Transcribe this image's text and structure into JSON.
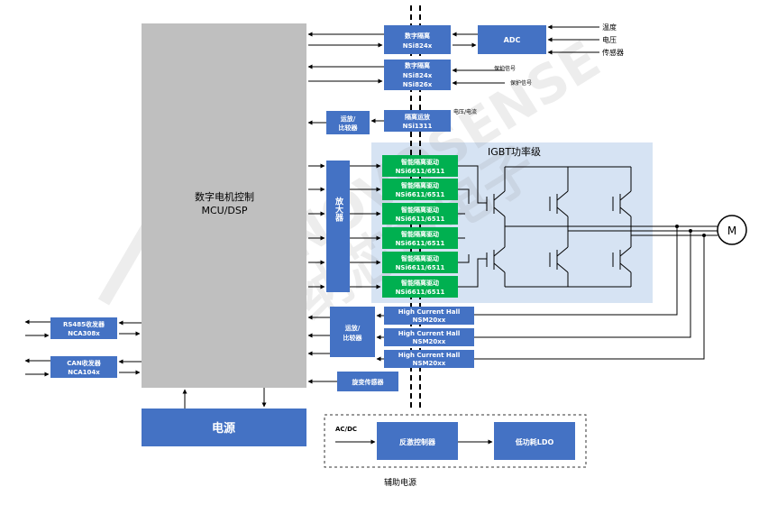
{
  "mcu": {
    "line1": "数字电机控制",
    "line2": "MCU/DSP"
  },
  "iso1": {
    "line1": "数字隔离",
    "line2": "NSi824x"
  },
  "adc": {
    "label": "ADC"
  },
  "sensors": {
    "temp": "温度",
    "volt": "电压",
    "sensor": "传感器"
  },
  "iso2": {
    "line1": "数字隔离",
    "line2": "NSi824x",
    "line3": "NSi826x"
  },
  "protect": {
    "a": "保护信号",
    "b": "保护信号"
  },
  "iso_amp": {
    "line1": "隔离运放",
    "line2": "NSi1311"
  },
  "volt_current": "电压/电流",
  "opamp1": {
    "line1": "运放/",
    "line2": "比较器"
  },
  "igbt_title": "IGBT功率级",
  "drivers": [
    {
      "line1": "智能隔离驱动",
      "line2": "NSi6611/6511"
    },
    {
      "line1": "智能隔离驱动",
      "line2": "NSi6611/6511"
    },
    {
      "line1": "智能隔离驱动",
      "line2": "NSi6611/6511"
    },
    {
      "line1": "智能隔离驱动",
      "line2": "NSi6611/6511"
    },
    {
      "line1": "智能隔离驱动",
      "line2": "NSi6611/6511"
    },
    {
      "line1": "智能隔离驱动",
      "line2": "NSi6611/6511"
    }
  ],
  "amplifier": "放大器",
  "motor": "M",
  "opamp2": {
    "line1": "运放/",
    "line2": "比较器"
  },
  "hall": [
    {
      "line1": "High Current Hall",
      "line2": "NSM20xx"
    },
    {
      "line1": "High Current Hall",
      "line2": "NSM20xx"
    },
    {
      "line1": "High Current Hall",
      "line2": "NSM20xx"
    }
  ],
  "resolver": "旋变传感器",
  "rs485": {
    "line1": "RS485收发器",
    "line2": "NCA308x"
  },
  "can": {
    "line1": "CAN收发器",
    "line2": "NCA104x"
  },
  "power": "电源",
  "acdc": "AC/DC",
  "flyback": "反激控制器",
  "ldo": "低功耗LDO",
  "aux_power": "辅助电源",
  "watermark": {
    "latin": "NOVOSENSE",
    "cn": "纳芯微电子"
  },
  "colors": {
    "blue": "#4472c4",
    "green": "#00b050",
    "gray": "#bfbfbf",
    "igbt_bg": "#d6e3f3"
  }
}
